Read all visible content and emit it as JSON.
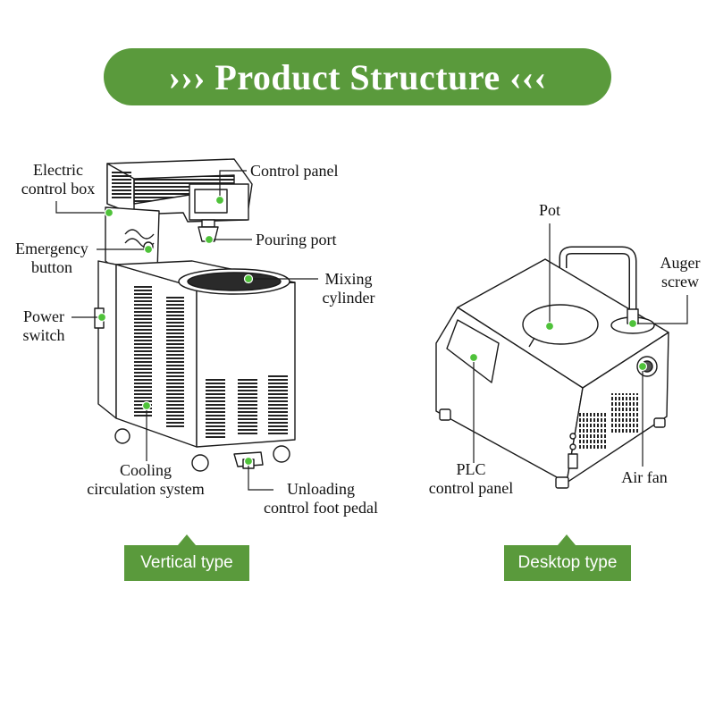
{
  "title": "››› Product Structure ‹‹‹",
  "colors": {
    "accent": "#5a9a3c",
    "dot": "#4fc23a",
    "line": "#1a1a1a"
  },
  "vertical": {
    "tag": "Vertical type",
    "labels": {
      "electric_control_box": [
        "Electric",
        "control box"
      ],
      "control_panel": [
        "Control panel"
      ],
      "emergency_button": [
        "Emergency",
        "button"
      ],
      "pouring_port": [
        "Pouring port"
      ],
      "mixing_cylinder": [
        "Mixing",
        "cylinder"
      ],
      "power_switch": [
        "Power",
        "switch"
      ],
      "cooling_system": [
        "Cooling",
        "circulation system"
      ],
      "foot_pedal": [
        "Unloading",
        "control foot pedal"
      ]
    }
  },
  "desktop": {
    "tag": "Desktop type",
    "labels": {
      "pot": [
        "Pot"
      ],
      "auger_screw": [
        "Auger",
        "screw"
      ],
      "plc_panel": [
        "PLC",
        "control panel"
      ],
      "air_fan": [
        "Air fan"
      ]
    }
  }
}
